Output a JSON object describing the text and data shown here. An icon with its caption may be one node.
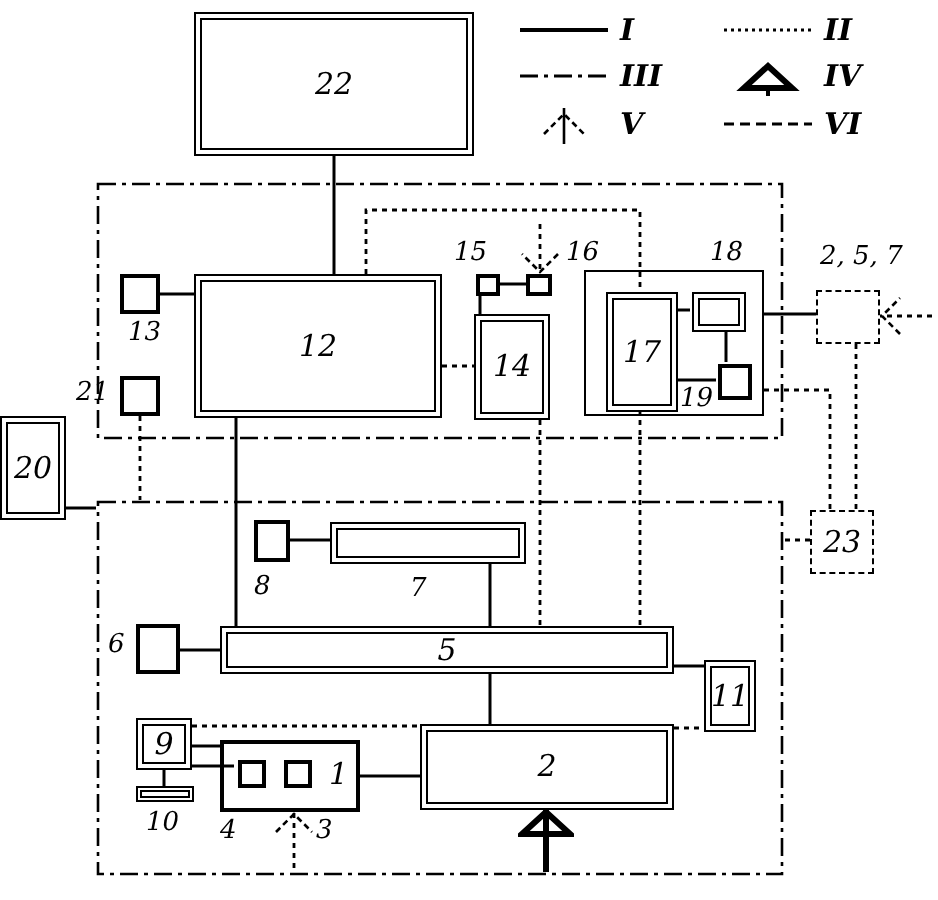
{
  "diagram": {
    "nodes": [
      {
        "text": [
          "22"
        ]
      },
      {
        "text": [],
        "shape": "box"
      },
      {
        "text": [
          "12"
        ],
        "in": 1
      },
      {
        "text": [],
        "shape": "box",
        "beside": [
          "13"
        ],
        "in": 1
      },
      {
        "text": [],
        "shape": "box",
        "beside": [
          "21"
        ],
        "in": 1
      },
      {
        "text": [],
        "shape": "box",
        "beside": [
          "15"
        ],
        "in": 1
      },
      {
        "text": [],
        "shape": "box",
        "beside": [
          "16"
        ],
        "in": 1
      },
      {
        "text": [
          "14"
        ],
        "in": 1
      },
      {
        "text": [],
        "shape": "box",
        "in": 1
      },
      {
        "text": [
          "17"
        ],
        "in": 8
      },
      {
        "text": [],
        "shape": "box",
        "beside": [
          "18"
        ],
        "in": 8
      },
      {
        "text": [],
        "shape": "box",
        "beside": [
          "19"
        ],
        "in": 8
      },
      {
        "text": [],
        "shape": "box",
        "beside": [
          "2, 5, 7"
        ]
      },
      {
        "text": [
          "20"
        ]
      },
      {
        "text": [],
        "shape": "box"
      },
      {
        "text": [],
        "shape": "box",
        "beside": [
          "8"
        ],
        "in": 14
      },
      {
        "text": [],
        "shape": "bar",
        "beside": [
          "7"
        ],
        "in": 14
      },
      {
        "text": [],
        "shape": "box",
        "beside": [
          "6"
        ],
        "in": 14
      },
      {
        "text": [
          "5"
        ],
        "in": 14
      },
      {
        "text": [
          "11"
        ],
        "in": 14
      },
      {
        "text": [
          "9"
        ],
        "in": 14
      },
      {
        "text": [],
        "shape": "bar",
        "beside": [
          "10"
        ],
        "in": 14
      },
      {
        "text": [
          "1"
        ],
        "in": 14
      },
      {
        "text": [],
        "shape": "box",
        "beside": [
          "4"
        ],
        "in": 22
      },
      {
        "text": [],
        "shape": "box",
        "beside": [
          "3"
        ],
        "in": 22
      },
      {
        "text": [
          "2"
        ],
        "in": 14
      },
      {
        "text": [
          "23"
        ]
      }
    ],
    "edges": [
      {
        "from": 0,
        "to": 2,
        "arrow": "none"
      },
      {
        "from": 3,
        "to": 2,
        "arrow": "none"
      },
      {
        "from": 2,
        "to": 18,
        "arrow": "none"
      },
      {
        "from": 2,
        "to": 9,
        "arrow": "none",
        "style": "dashed"
      },
      {
        "from": 2,
        "to": 7,
        "arrow": "none",
        "style": "dashed"
      },
      {
        "from": 5,
        "to": 6,
        "arrow": "none"
      },
      {
        "from": 5,
        "to": 7,
        "arrow": "none"
      },
      {
        "from": null,
        "to": 6,
        "arrow": "to",
        "style": "dashed"
      },
      {
        "from": 9,
        "to": 10,
        "arrow": "none"
      },
      {
        "from": 9,
        "to": 11,
        "arrow": "none"
      },
      {
        "from": 10,
        "to": 11,
        "arrow": "none"
      },
      {
        "from": 8,
        "to": 12,
        "arrow": "none"
      },
      {
        "from": null,
        "to": 12,
        "arrow": "to",
        "style": "dashed"
      },
      {
        "from": 12,
        "to": 26,
        "arrow": "none",
        "style": "dashed"
      },
      {
        "from": 8,
        "to": 26,
        "arrow": "none",
        "style": "dashed"
      },
      {
        "from": 26,
        "to": 14,
        "arrow": "none",
        "style": "dashed"
      },
      {
        "from": 13,
        "to": 14,
        "arrow": "none"
      },
      {
        "from": 4,
        "to": 14,
        "arrow": "none",
        "style": "dashed"
      },
      {
        "from": 7,
        "to": 18,
        "arrow": "none",
        "style": "dashed"
      },
      {
        "from": 9,
        "to": 18,
        "arrow": "none",
        "style": "dashed"
      },
      {
        "from": 15,
        "to": 16,
        "arrow": "none"
      },
      {
        "from": 16,
        "to": 18,
        "arrow": "none"
      },
      {
        "from": 17,
        "to": 18,
        "arrow": "none"
      },
      {
        "from": 18,
        "to": 19,
        "arrow": "none"
      },
      {
        "from": 18,
        "to": 25,
        "arrow": "none"
      },
      {
        "from": 25,
        "to": 19,
        "arrow": "none",
        "style": "dashed"
      },
      {
        "from": 20,
        "to": 25,
        "arrow": "none",
        "style": "dashed"
      },
      {
        "from": 20,
        "to": 22,
        "arrow": "none"
      },
      {
        "from": 20,
        "to": 23,
        "arrow": "none"
      },
      {
        "from": 20,
        "to": 21,
        "arrow": "none"
      },
      {
        "from": 22,
        "to": 25,
        "arrow": "none"
      },
      {
        "from": null,
        "to": 22,
        "arrow": "to",
        "style": "dashed"
      },
      {
        "from": null,
        "to": 25,
        "arrow": "to",
        "style": "thick"
      }
    ],
    "legend": [
      {
        "text": "I"
      },
      {
        "text": "II"
      },
      {
        "text": "III"
      },
      {
        "text": "IV"
      },
      {
        "text": "V"
      },
      {
        "text": "VI"
      }
    ]
  }
}
